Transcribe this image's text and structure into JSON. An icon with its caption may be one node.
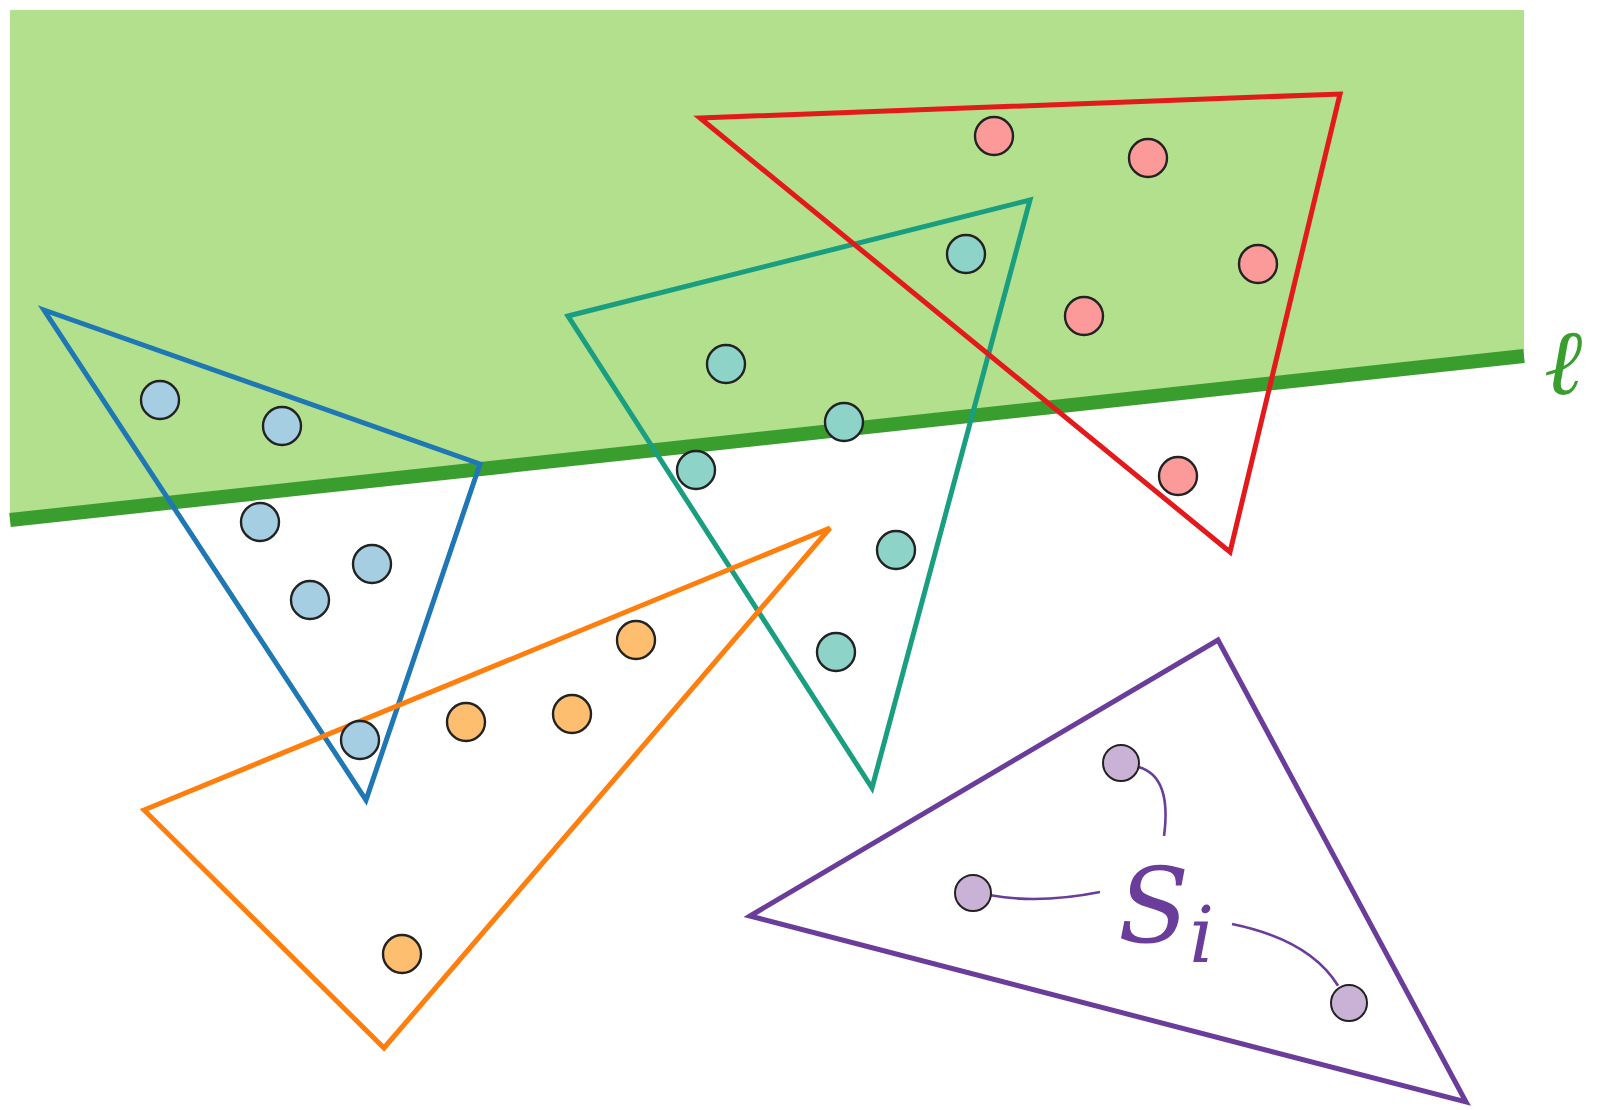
{
  "diagram": {
    "nodes": [
      {
        "text": [
          "S$_{i}$"
        ]
      },
      {
        "text": [],
        "shape": "circle"
      },
      {
        "text": [],
        "shape": "circle"
      },
      {
        "text": [],
        "shape": "circle"
      }
    ],
    "edges": [
      {
        "from": 0,
        "to": 1,
        "arrow": "none"
      },
      {
        "from": 0,
        "to": 2,
        "arrow": "none"
      },
      {
        "from": 0,
        "to": 3,
        "arrow": "none"
      }
    ],
    "labels": [
      "ℓ"
    ]
  }
}
